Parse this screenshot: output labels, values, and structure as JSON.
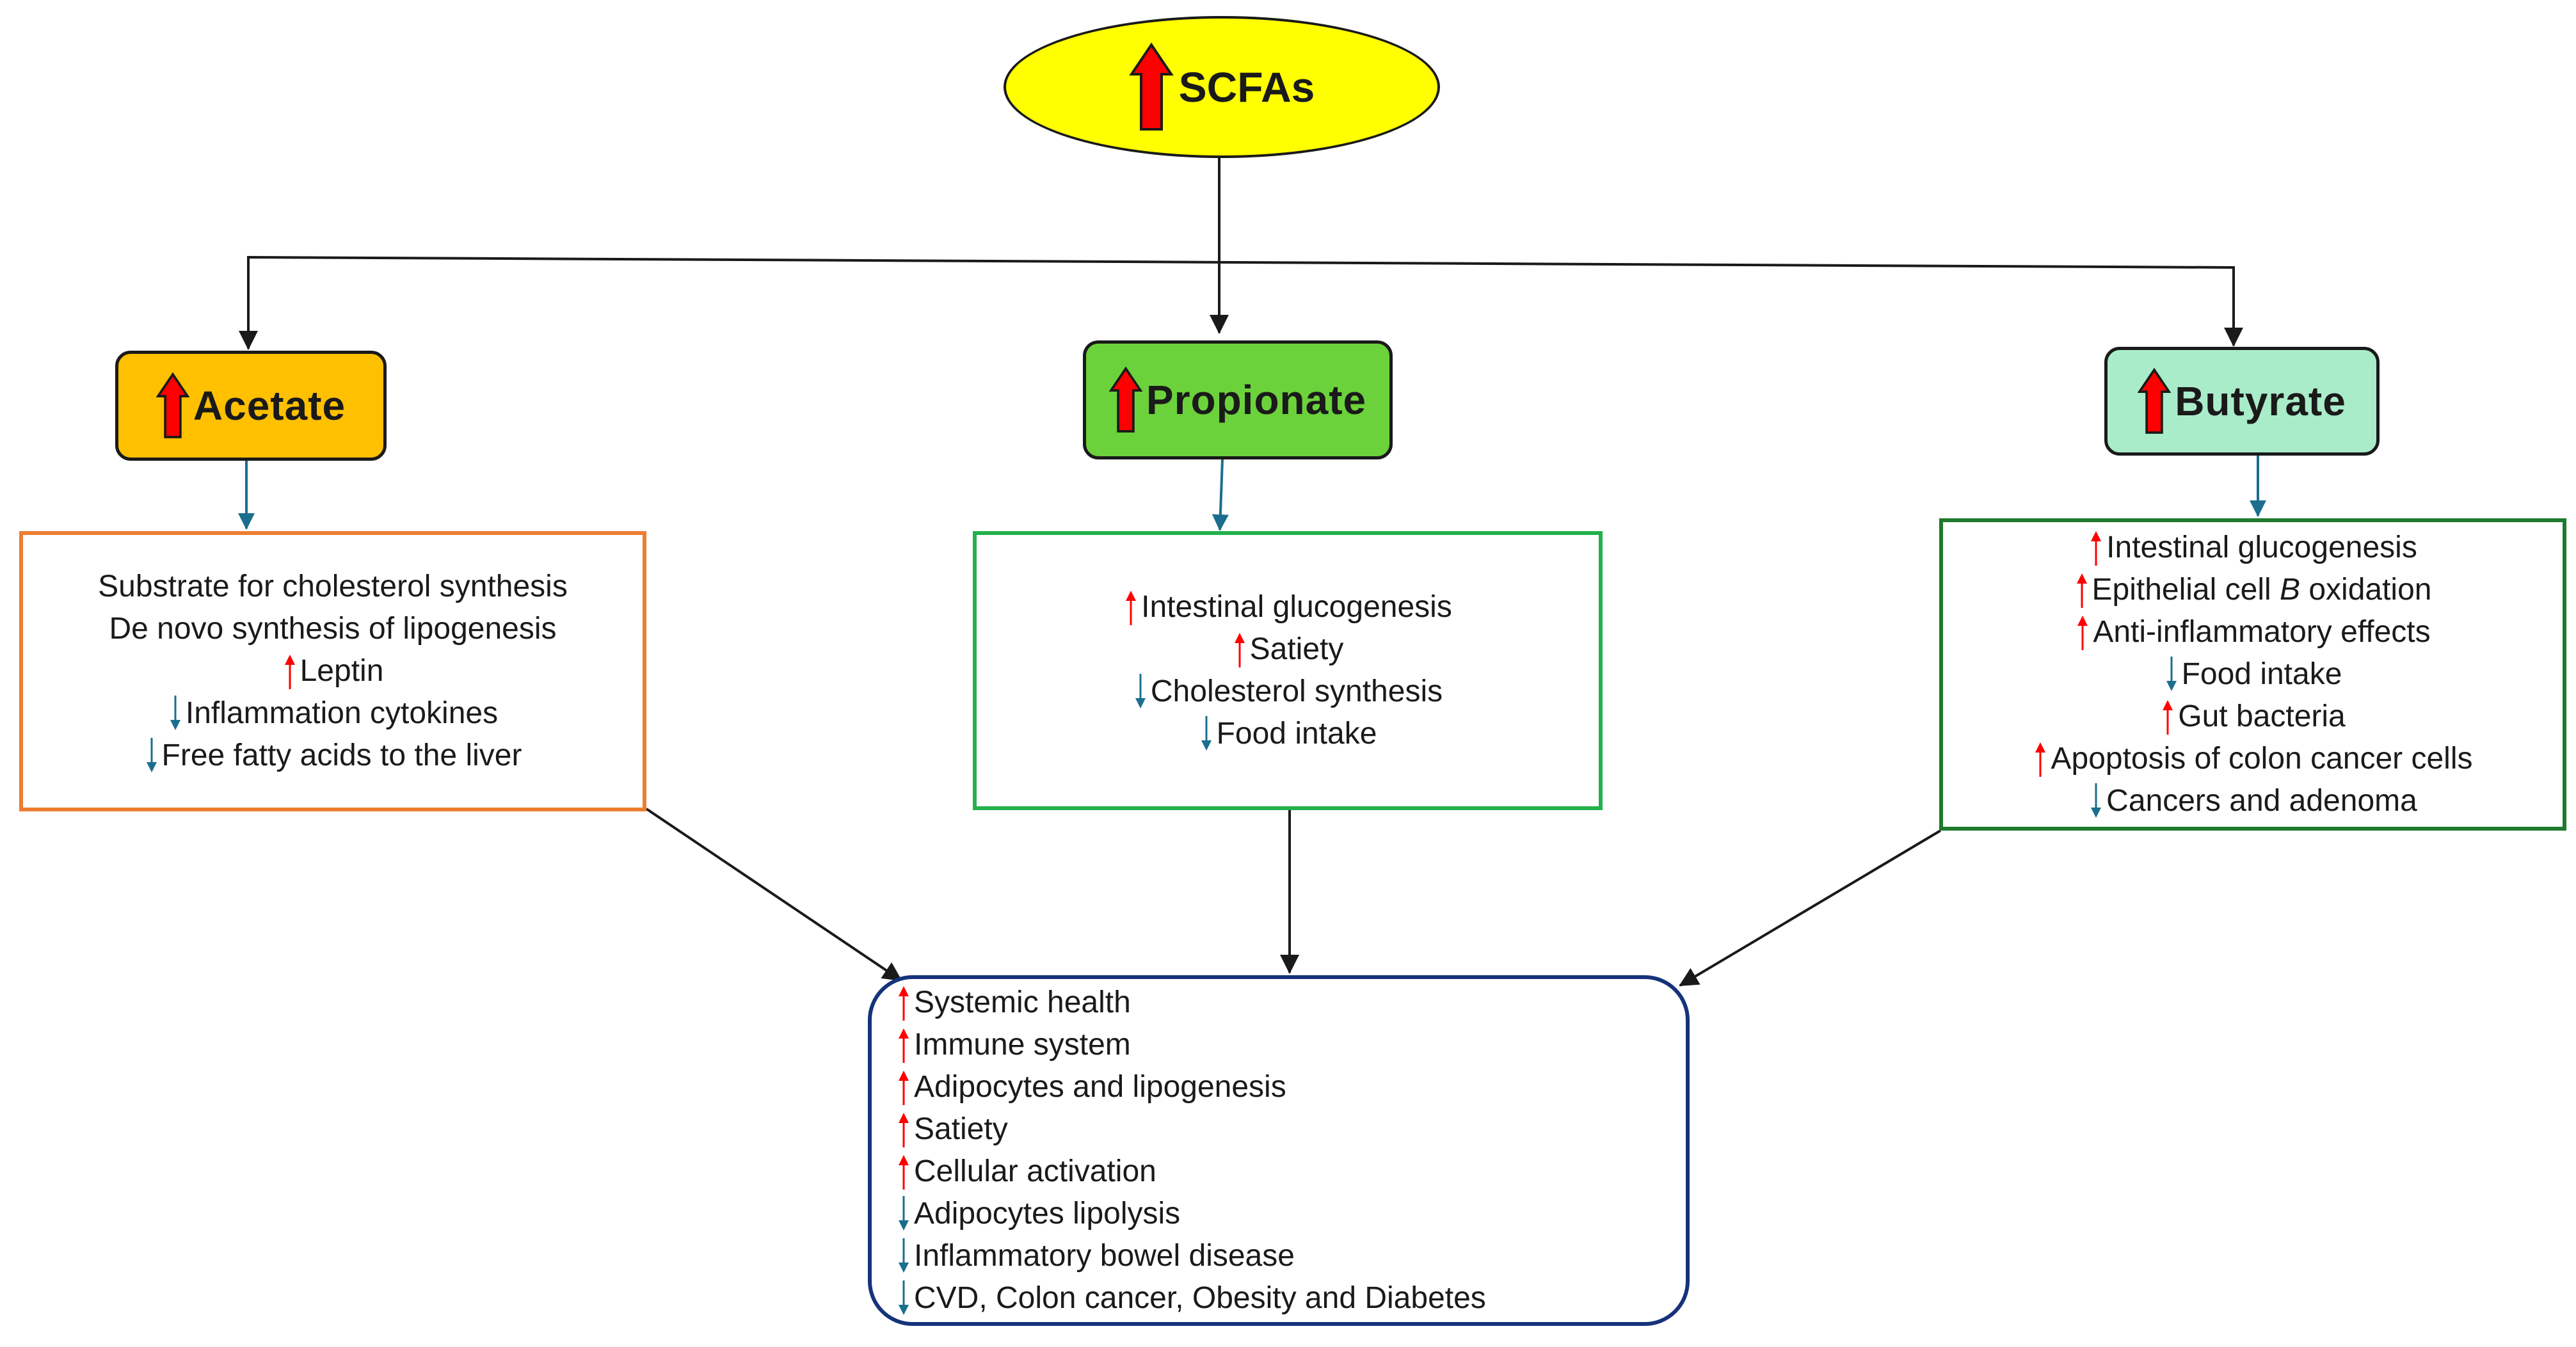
{
  "colors": {
    "up_arrow": "#ff0000",
    "down_arrow": "#1a6e8e",
    "root_fill": "#ffff00",
    "acetate_fill": "#ffc000",
    "propionate_fill": "#6cd23b",
    "butyrate_fill": "#a9ecc9",
    "acetate_border": "#ed7d31",
    "propionate_border": "#22b14c",
    "butyrate_border": "#1e7a2c",
    "outcome_border": "#15337a"
  },
  "root": {
    "label": "SCFAs",
    "icon": "big-up-arrow-icon"
  },
  "nodes": {
    "acetate": {
      "label": "Acetate",
      "icon": "big-up-arrow-icon"
    },
    "propionate": {
      "label": "Propionate",
      "icon": "big-up-arrow-icon"
    },
    "butyrate": {
      "label": "Butyrate",
      "icon": "big-up-arrow-icon"
    }
  },
  "acetate_effects": [
    {
      "text": "Substrate for cholesterol synthesis",
      "dir": "none"
    },
    {
      "text": "De novo synthesis of lipogenesis",
      "dir": "none"
    },
    {
      "text": "Leptin",
      "dir": "up"
    },
    {
      "text": "Inflammation cytokines",
      "dir": "down"
    },
    {
      "text": "Free fatty acids to the liver",
      "dir": "down"
    }
  ],
  "propionate_effects": [
    {
      "text": "Intestinal glucogenesis",
      "dir": "up"
    },
    {
      "text": "Satiety",
      "dir": "up"
    },
    {
      "text": "Cholesterol synthesis",
      "dir": "down"
    },
    {
      "text": "Food intake",
      "dir": "down"
    }
  ],
  "butyrate_effects": [
    {
      "text": "Intestinal glucogenesis",
      "dir": "up"
    },
    {
      "text": "Epithelial cell B oxidation",
      "dir": "up"
    },
    {
      "text": "Anti-inflammatory effects",
      "dir": "up"
    },
    {
      "text": "Food intake",
      "dir": "down"
    },
    {
      "text": "Gut bacteria",
      "dir": "up"
    },
    {
      "text": "Apoptosis of colon cancer cells",
      "dir": "up"
    },
    {
      "text": "Cancers and adenoma",
      "dir": "down"
    }
  ],
  "outcome_effects": [
    {
      "text": "Systemic health",
      "dir": "up"
    },
    {
      "text": "Immune system",
      "dir": "up"
    },
    {
      "text": "Adipocytes and lipogenesis",
      "dir": "up"
    },
    {
      "text": "Satiety",
      "dir": "up"
    },
    {
      "text": "Cellular activation",
      "dir": "up"
    },
    {
      "text": "Adipocytes lipolysis",
      "dir": "down"
    },
    {
      "text": "Inflammatory bowel disease",
      "dir": "down"
    },
    {
      "text": "CVD, Colon cancer, Obesity and Diabetes",
      "dir": "down"
    }
  ]
}
